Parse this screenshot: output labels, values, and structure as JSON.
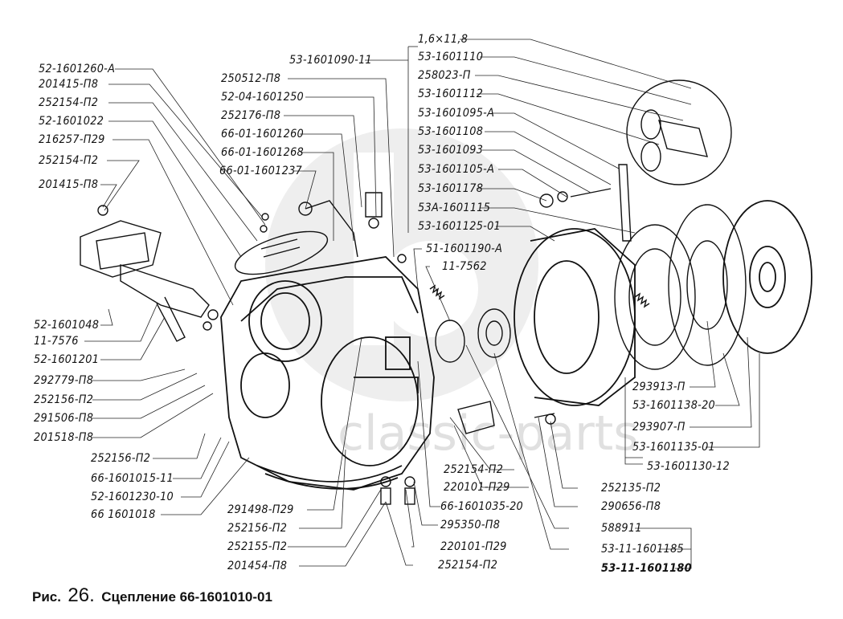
{
  "figure": {
    "prefix": "Рис.",
    "number": "26.",
    "title": "Сцепление 66-1601010-01"
  },
  "watermark": "classic-parts",
  "labels": {
    "left": [
      "52-1601260-А",
      "201415-П8",
      "252154-П2",
      "52-1601022",
      "216257-П29",
      "252154-П2",
      "201415-П8",
      "52-1601048",
      "11-7576",
      "52-1601201",
      "292779-П8",
      "252156-П2",
      "291506-П8",
      "201518-П8",
      "252156-П2",
      "66-1601015-11",
      "52-1601230-10",
      "66 1601018"
    ],
    "top_center": [
      "53-1601090-11",
      "250512-П8",
      "52-04-1601250",
      "252176-П8",
      "66-01-1601260",
      "66-01-1601268",
      "66-01-1601237"
    ],
    "top_right": [
      "1,6×11,8",
      "53-1601110",
      "258023-П",
      "53-1601112",
      "53-1601095-А",
      "53-1601108",
      "53-1601093",
      "53-1601105-А",
      "53-1601178",
      "53А-1601115",
      "53-1601125-01"
    ],
    "middle": [
      "51-1601190-А",
      "11-7562"
    ],
    "right_disc": [
      "293913-П",
      "53-1601138-20",
      "293907-П",
      "53-1601135-01",
      "53-1601130-12"
    ],
    "bottom_center_left": [
      "291498-П29",
      "252156-П2",
      "252155-П2",
      "201454-П8"
    ],
    "bottom_center_right": [
      "252154-П2",
      "220101-П29",
      "66-1601035-20",
      "295350-П8",
      "220101-П29",
      "252154-П2"
    ],
    "bottom_right": [
      "252135-П2",
      "290656-П8",
      "588911",
      "53-11-1601185",
      "53-11-1601180"
    ]
  }
}
